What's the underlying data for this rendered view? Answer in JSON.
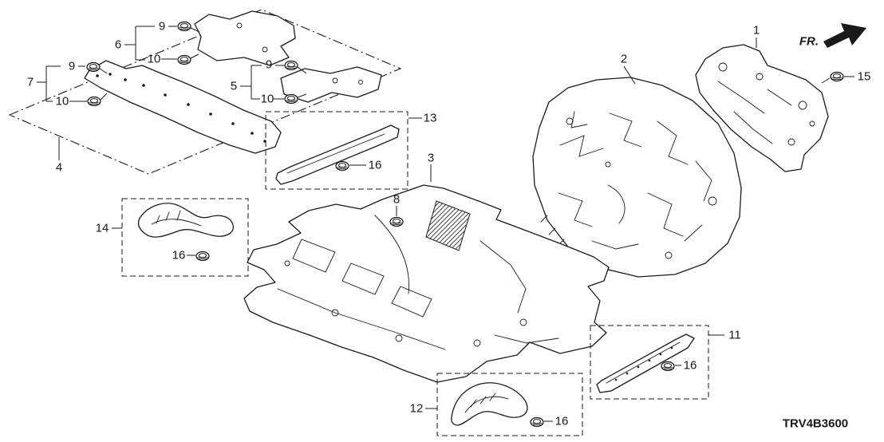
{
  "doc": {
    "code": "TRV4B3600",
    "direction_label": "FR."
  },
  "colors": {
    "ink": "#1a1a1a",
    "paper": "#ffffff"
  },
  "callouts": [
    {
      "label": "7"
    },
    {
      "label": "9"
    },
    {
      "label": "10"
    },
    {
      "label": "6"
    },
    {
      "label": "9"
    },
    {
      "label": "10"
    },
    {
      "label": "5"
    },
    {
      "label": "9"
    },
    {
      "label": "10"
    },
    {
      "label": "4"
    },
    {
      "label": "13"
    },
    {
      "label": "16"
    },
    {
      "label": "3"
    },
    {
      "label": "8"
    },
    {
      "label": "14"
    },
    {
      "label": "16"
    },
    {
      "label": "2"
    },
    {
      "label": "1"
    },
    {
      "label": "15"
    },
    {
      "label": "11"
    },
    {
      "label": "16"
    },
    {
      "label": "12"
    },
    {
      "label": "16"
    }
  ]
}
